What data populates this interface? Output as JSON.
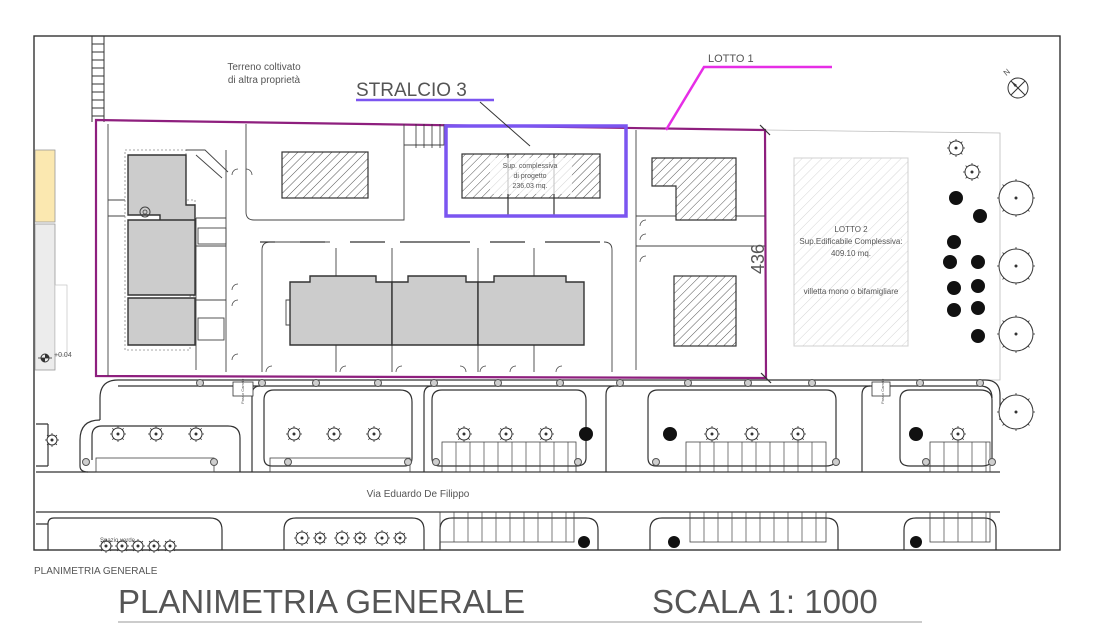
{
  "labels": {
    "terreno_line1": "Terreno coltivato",
    "terreno_line2": "di altra proprietà",
    "stralcio": "STRALCIO 3",
    "lotto1": "LOTTO 1",
    "sup_line1": "Sup. complessiva",
    "sup_line2": "di progetto",
    "sup_line3": "236.03 mq.",
    "dimension": "436",
    "lotto2_line1": "LOTTO 2",
    "lotto2_line2": "Sup.Edificabile Complessiva:",
    "lotto2_line3": "409.10 mq.",
    "lotto2_line4": "villetta mono o bifamigliare",
    "elevation": "+0.04",
    "street": "Via Eduardo De Filippo",
    "north": "N",
    "small_caption": "PLANIMETRIA GENERALE",
    "big_title": "PLANIMETRIA GENERALE",
    "scale": "SCALA 1: 1000",
    "passo_carraio": "Passo Carraio",
    "spazio_verde": "Spazio verde"
  },
  "colors": {
    "lotto_boundary": "#8e1f7e",
    "lotto1_leader": "#e62ee6",
    "stralcio_box": "#7b55f0",
    "building_fill": "#cccccc",
    "neighbour_yellow": "#fbe8b0",
    "title_text": "#999999"
  }
}
